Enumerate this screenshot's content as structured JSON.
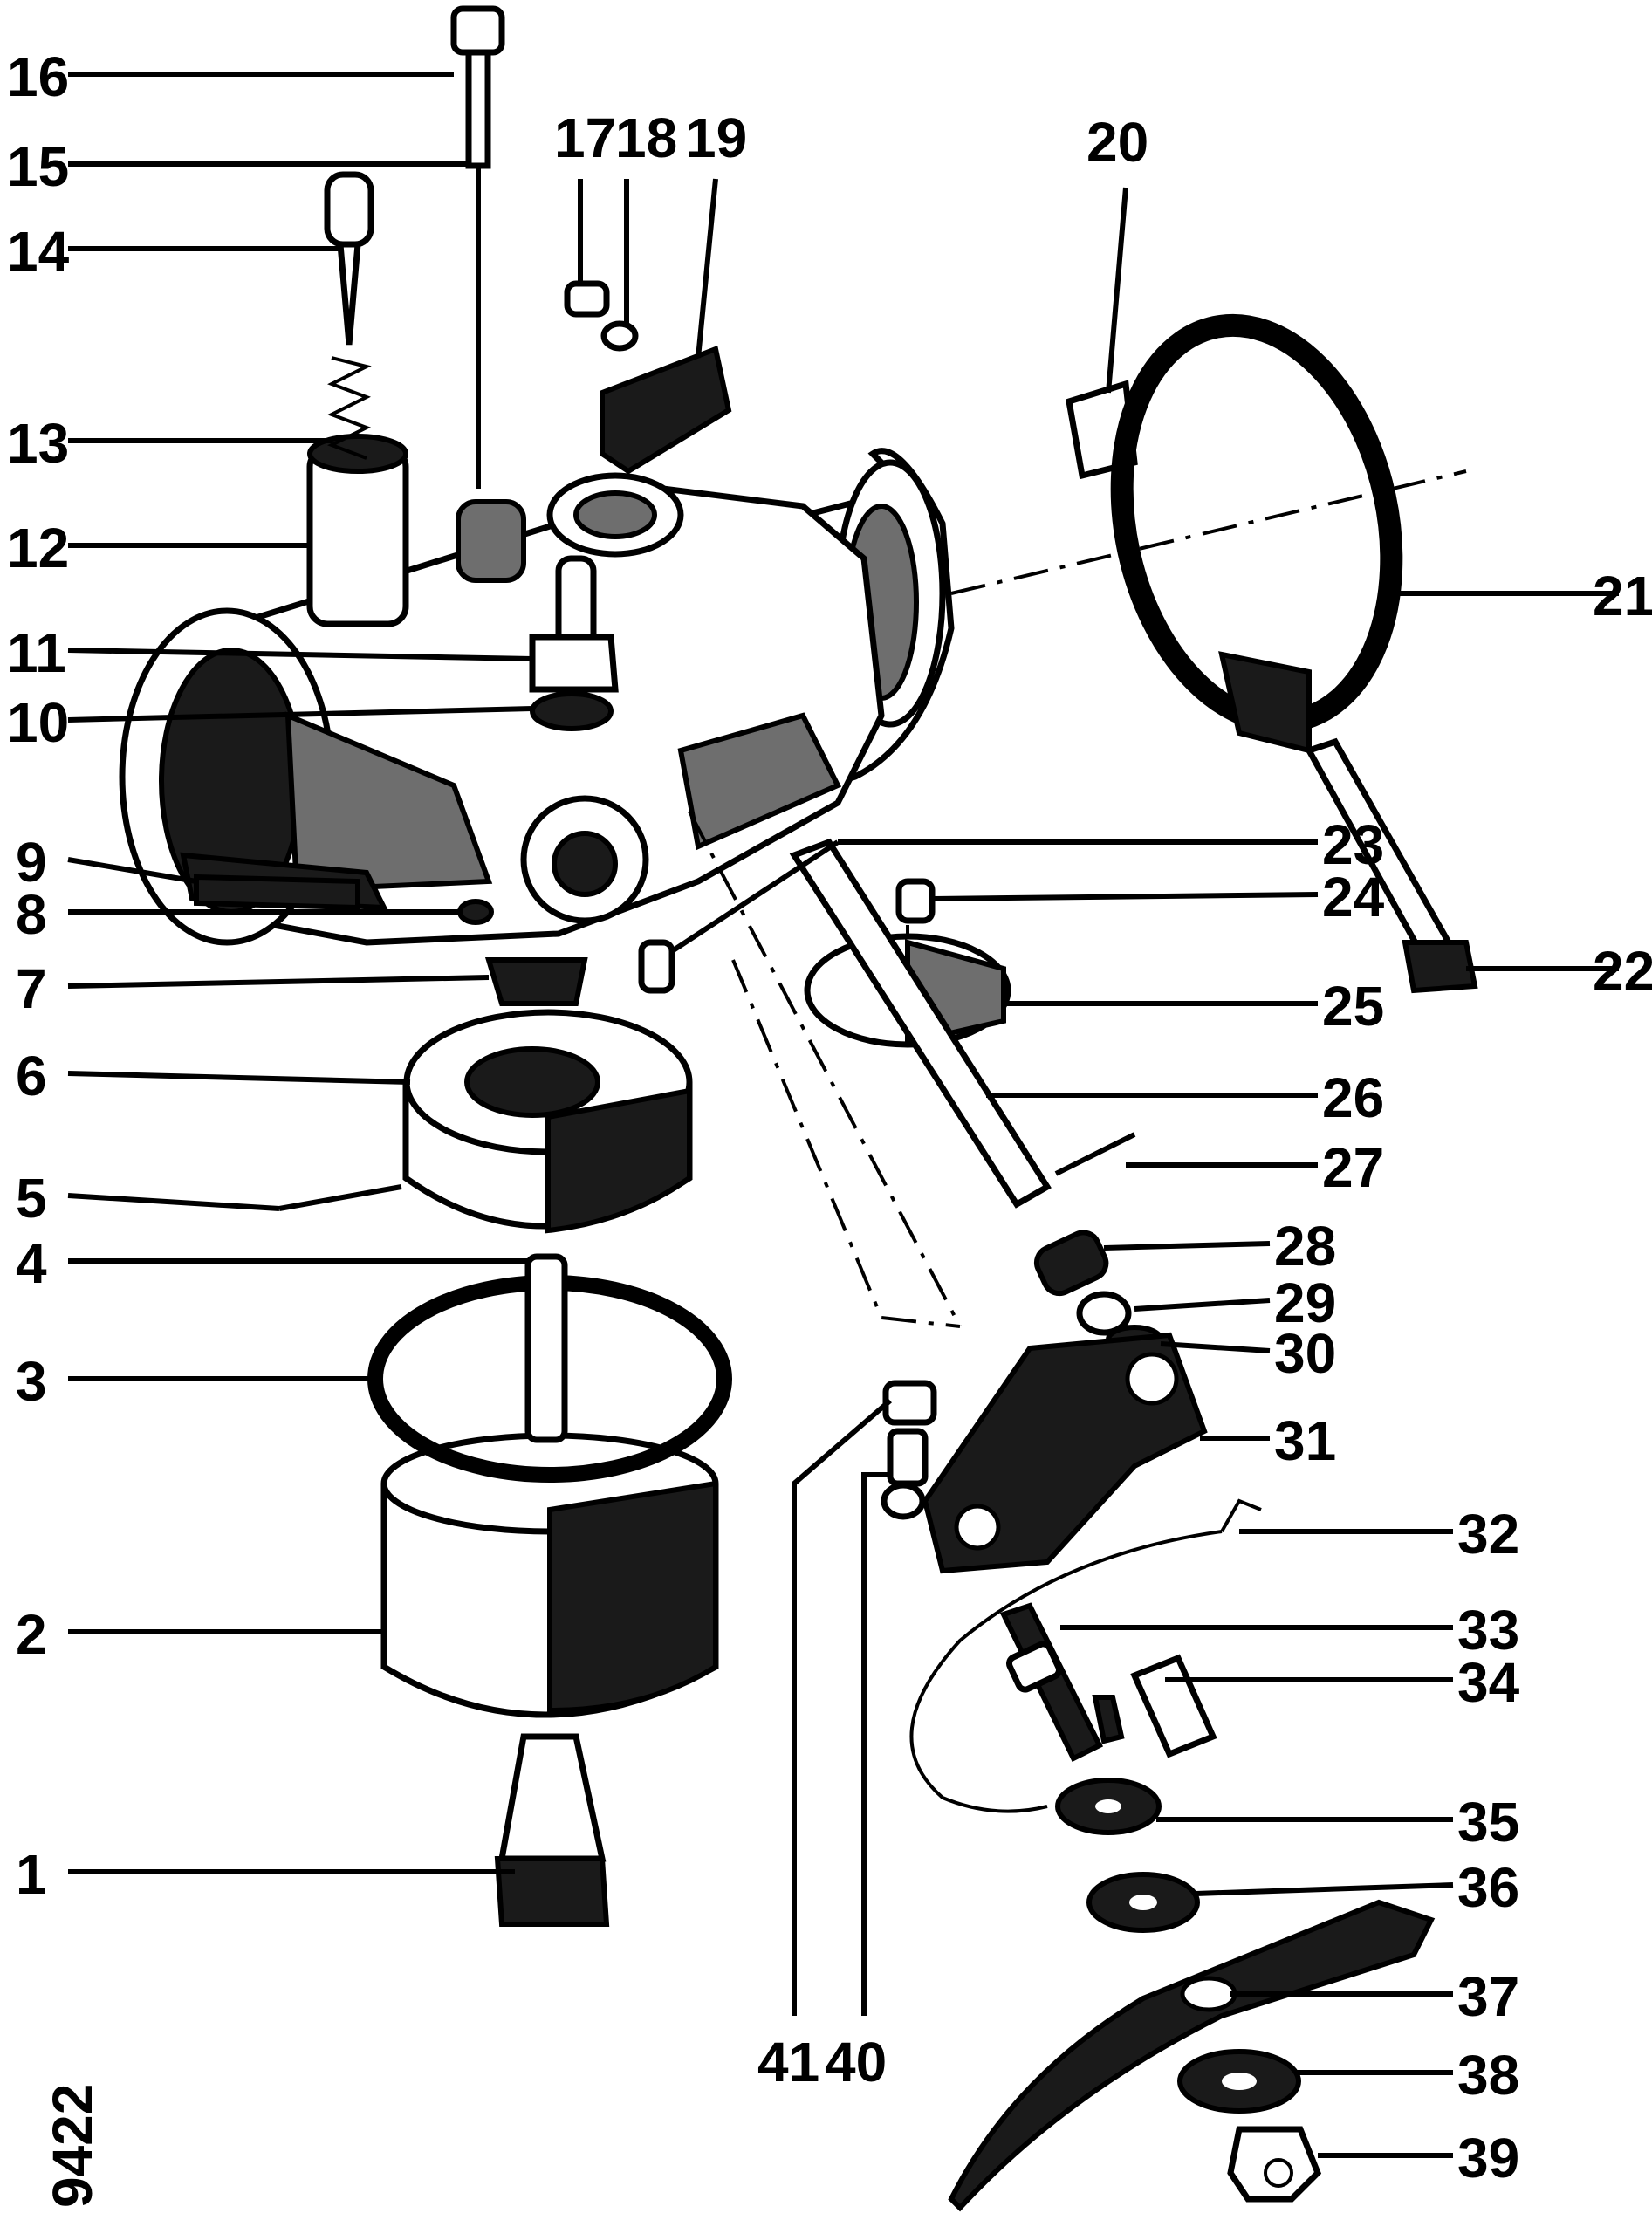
{
  "diagram": {
    "drawing_number": "9422",
    "callouts": [
      "1",
      "2",
      "3",
      "4",
      "5",
      "6",
      "7",
      "8",
      "9",
      "10",
      "11",
      "12",
      "13",
      "14",
      "15",
      "16",
      "17",
      "18",
      "19",
      "20",
      "21",
      "22",
      "23",
      "24",
      "25",
      "26",
      "27",
      "28",
      "29",
      "30",
      "31",
      "32",
      "33",
      "34",
      "35",
      "36",
      "37",
      "38",
      "39",
      "40",
      "41"
    ]
  }
}
